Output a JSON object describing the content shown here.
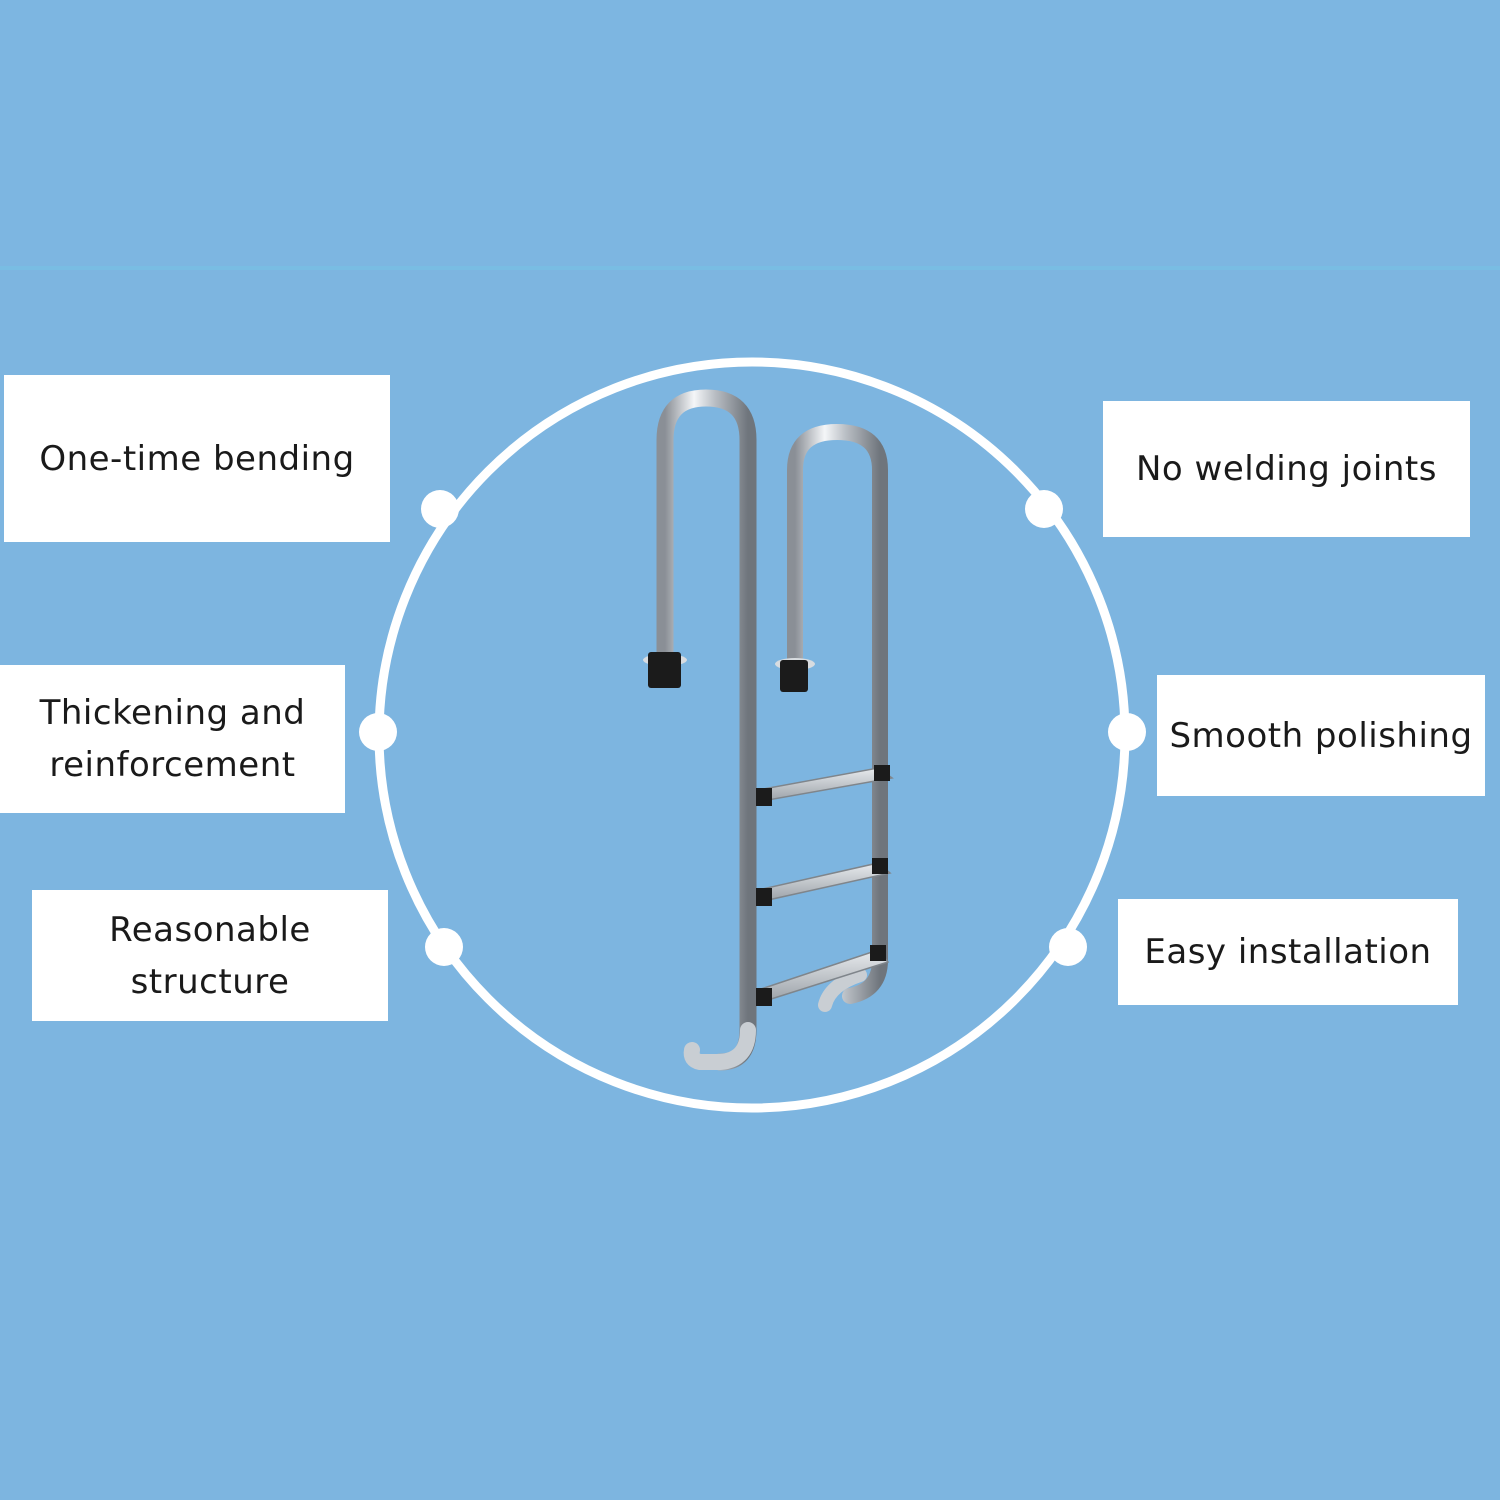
{
  "colors": {
    "background": "#7db5e0",
    "circle": "#ffffff",
    "box": "#ffffff",
    "text": "#1a1a1a"
  },
  "product_image": "stainless-steel-pool-ladder-with-three-steps",
  "features": {
    "one_time_bending": "One-time bending",
    "thickening_line1": "Thickening and",
    "thickening_line2": "reinforcement",
    "reasonable_line1": "Reasonable",
    "reasonable_line2": "structure",
    "no_welding_joints": "No welding joints",
    "smooth_polishing": "Smooth polishing",
    "easy_installation": "Easy installation"
  }
}
